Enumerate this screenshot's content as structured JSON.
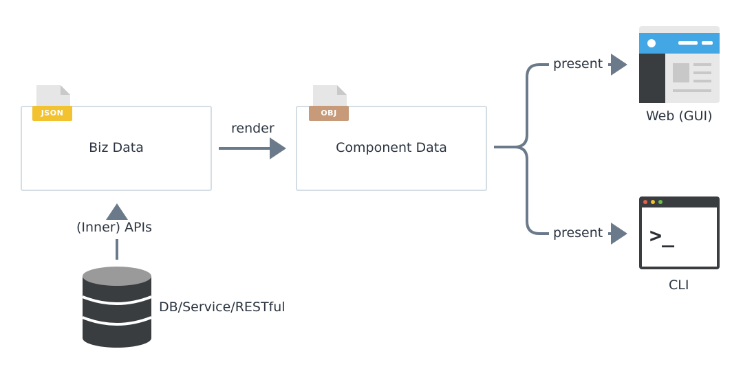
{
  "nodes": {
    "biz": {
      "label": "Biz Data",
      "badge": "JSON"
    },
    "component": {
      "label": "Component Data",
      "badge": "OBJ"
    },
    "web": {
      "label": "Web (GUI)"
    },
    "cli": {
      "label": "CLI",
      "prompt": ">_"
    },
    "db": {
      "label": "DB/Service/RESTful"
    }
  },
  "edges": {
    "render": "render",
    "apis": "(Inner) APIs",
    "present_web": "present",
    "present_cli": "present"
  },
  "colors": {
    "arrow": "#6b7a8a",
    "box_border": "#d4dde3",
    "json_badge": "#f2c230",
    "obj_badge": "#c79a7a",
    "file": "#e6e6e6",
    "web_blue": "#43a7e6",
    "dark": "#3a3d40"
  }
}
